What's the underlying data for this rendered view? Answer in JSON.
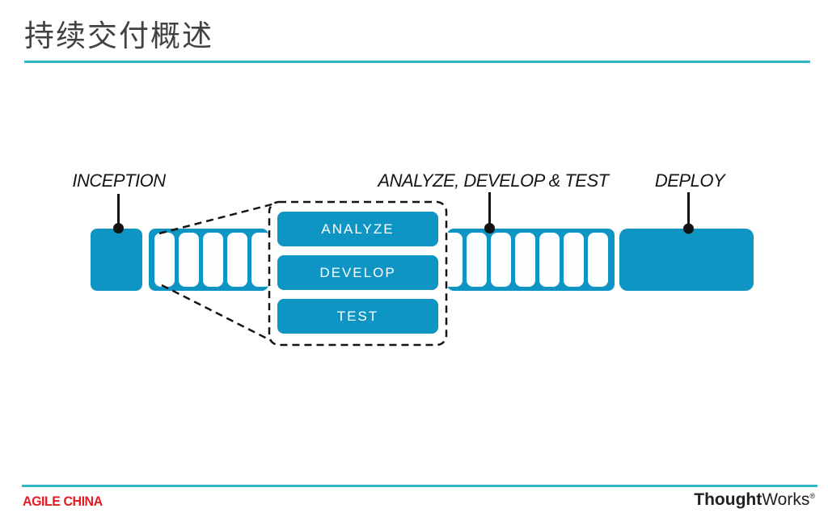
{
  "title": "持续交付概述",
  "diagram": {
    "inception_label": "INCEPTION",
    "middle_label": "ANALYZE, DEVELOP & TEST",
    "deploy_label": "DEPLOY",
    "callout_steps": [
      {
        "label": "ANALYZE"
      },
      {
        "label": "DEVELOP"
      },
      {
        "label": "TEST"
      }
    ],
    "left_bar_segments": 5,
    "right_bar_segments": 7
  },
  "footer": {
    "left_logo": "AGILE CHINA",
    "right_logo": {
      "bold": "Thought",
      "regular": "Works",
      "mark": "®"
    }
  },
  "colors": {
    "brand_blue": "#0f95c3",
    "teal_rule": "#2fb5c5",
    "logo_red": "#e31b22",
    "ink": "#161616"
  }
}
